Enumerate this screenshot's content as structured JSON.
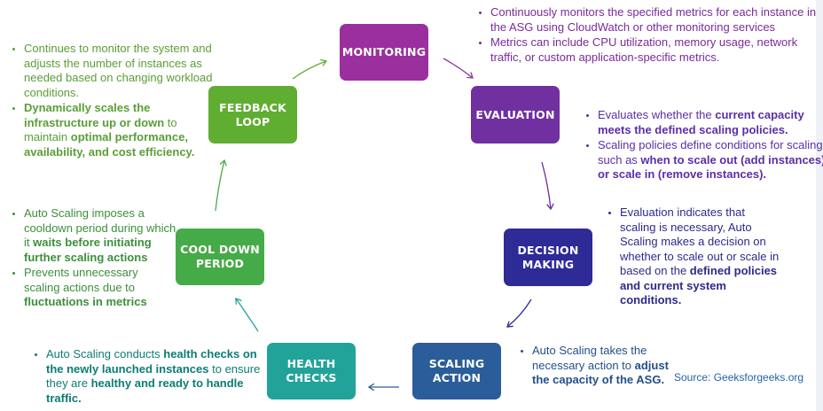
{
  "colors": {
    "monitoring": "#9b2f9e",
    "evaluation": "#7030a0",
    "decision": "#2e2a96",
    "scaling": "#2a5d9a",
    "health": "#21a39a",
    "cooldown": "#45ab48",
    "feedback": "#5fae31"
  },
  "boxes": {
    "monitoring": "MONITORING",
    "evaluation": "EVALUATION",
    "decision": "DECISION\nMAKING",
    "scaling": "SCALING\nACTION",
    "health": "HEALTH\nCHECKS",
    "cooldown": "COOL DOWN\nPERIOD",
    "feedback": "FEEDBACK\nLOOP"
  },
  "monitoring_notes": {
    "b1": "Continuously monitors the specified metrics for each instance in the ASG using CloudWatch or other monitoring services",
    "b2": "Metrics can include CPU utilization, memory usage, network traffic, or custom application-specific metrics."
  },
  "evaluation_notes": {
    "b1_pre": "Evaluates whether the ",
    "b1_bold": "current capacity meets the defined scaling policies.",
    "b2_pre": "Scaling policies define conditions for scaling, such as ",
    "b2_bold": "when to scale out (add instances) or scale in (remove instances)."
  },
  "decision_notes": {
    "b1_pre": "Evaluation indicates that scaling is necessary, Auto Scaling makes a decision on whether to scale out or scale in based on the ",
    "b1_bold": "defined policies and current system conditions."
  },
  "scaling_notes": {
    "b1_pre": "Auto Scaling takes the necessary action to ",
    "b1_bold": "adjust the capacity of the ASG."
  },
  "health_notes": {
    "b1_pre": "Auto Scaling conducts ",
    "b1_bold1": "health checks on the newly launched instances",
    "b1_mid": " to ensure they are ",
    "b1_bold2": "healthy and ready to handle traffic."
  },
  "cooldown_notes": {
    "b1_pre": "Auto Scaling imposes a cooldown period during which it ",
    "b1_bold": "waits before initiating further scaling actions",
    "b2_pre": "Prevents unnecessary scaling actions due to ",
    "b2_bold": "fluctuations in metrics"
  },
  "feedback_notes": {
    "b1": "Continues to monitor the system and adjusts the number of instances as needed based on changing workload conditions.",
    "b2_bold1": "Dynamically scales the infrastructure up or down",
    "b2_mid": " to maintain ",
    "b2_bold2": "optimal performance, availability, and cost efficiency."
  },
  "source": "Source: Geeksforgeeks.org"
}
